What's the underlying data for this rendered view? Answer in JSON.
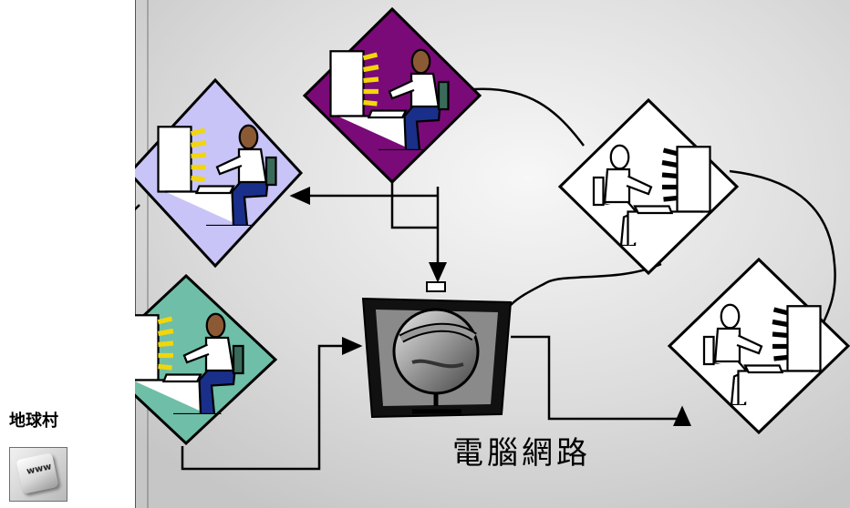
{
  "sidebar": {
    "label": "地球村",
    "key_icon": "www-key-icon",
    "key_text": "www"
  },
  "diagram": {
    "center_label": "電腦網路",
    "center_icon": "globe-monitor-icon",
    "nodes": [
      {
        "id": "computer-user-lavender",
        "color": "#c9c4f7"
      },
      {
        "id": "computer-user-purple",
        "color": "#7a0a78"
      },
      {
        "id": "computer-user-teal",
        "color": "#6fbea8"
      },
      {
        "id": "computer-user-outline-top-right",
        "color": "#ffffff"
      },
      {
        "id": "computer-user-outline-bottom-right",
        "color": "#ffffff"
      }
    ],
    "colors": {
      "background": "#d9d9d9",
      "line": "#000000"
    }
  }
}
